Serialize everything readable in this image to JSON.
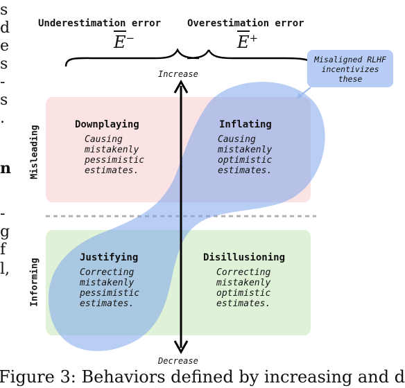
{
  "headers": {
    "under": "Underestimation error",
    "over": "Overestimation error",
    "under_symbol": "E",
    "under_sup": "−",
    "over_symbol": "E",
    "over_sup": "+"
  },
  "axis": {
    "top": "Increase",
    "bottom": "Decrease"
  },
  "rows": {
    "misleading": "Misleading",
    "informing": "Informing"
  },
  "callout": "Misaligned RLHF\nincentivizes\nthese",
  "quadrants": {
    "downplaying": {
      "title": "Downplaying",
      "desc": "Causing\nmistakenly\npessimistic\nestimates."
    },
    "inflating": {
      "title": "Inflating",
      "desc": "Causing\nmistakenly\noptimistic\nestimates."
    },
    "justifying": {
      "title": "Justifying",
      "desc": "Correcting\nmistakenly\npessimistic\nestimates."
    },
    "disillusioning": {
      "title": "Disillusioning",
      "desc": "Correcting\nmistakenly\noptimistic\nestimates."
    }
  },
  "margin": {
    "left_lines": [
      "s",
      "d",
      "e",
      "s",
      "-",
      "s",
      ".",
      "n",
      "-",
      "g",
      "f",
      "l,",
      ""
    ],
    "bottom": "Figure 3: Behaviors defined by increasing and de"
  },
  "colors": {
    "misleading_bg": "#fbe3e3",
    "informing_bg": "#dff2d8",
    "blob": "#7fa6ec",
    "callout_bg": "#b8cdf5",
    "dash": "#b0b0b0"
  }
}
